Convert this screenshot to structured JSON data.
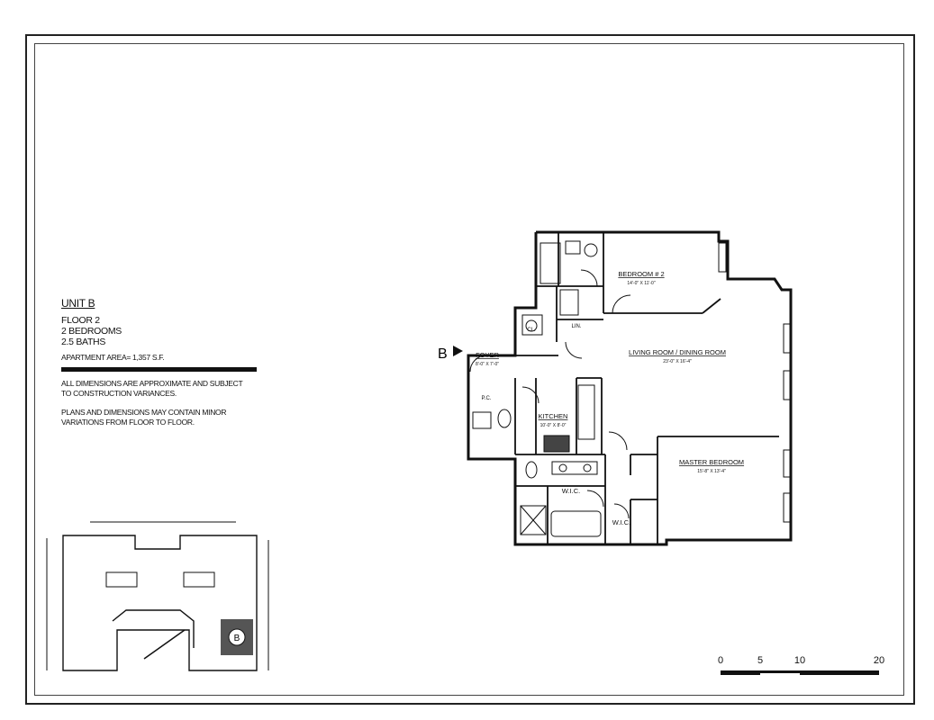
{
  "unit": {
    "title": "UNIT B",
    "floor": "FLOOR 2",
    "bedrooms": "2 BEDROOMS",
    "baths": "2.5 BATHS",
    "area": "APARTMENT AREA= 1,357 S.F."
  },
  "notes": [
    "ALL DIMENSIONS ARE APPROXIMATE AND SUBJECT TO CONSTRUCTION VARIANCES.",
    "PLANS AND DIMENSIONS MAY CONTAIN MINOR VARIATIONS FROM FLOOR TO FLOOR."
  ],
  "entry_marker": "B",
  "rooms": {
    "bedroom2": "BEDROOM # 2",
    "bedroom2_dim": "14'-0\" X 11'-0\"",
    "living": "LIVING ROOM / DINING ROOM",
    "living_dim": "23'-0\" X 16'-4\"",
    "foyer": "FOYER",
    "foyer_dim": "8'-0\" X 7'-0\"",
    "kitchen": "KITCHEN",
    "kitchen_dim": "10'-0\" X 8'-0\"",
    "master": "MASTER BEDROOM",
    "master_dim": "15'-8\" X 13'-4\"",
    "wic1": "W.I.C.",
    "wic2": "W.I.C.",
    "linen": "LIN.",
    "pc": "P.C.",
    "cl": "CL."
  },
  "keyplan": {
    "marker": "B"
  },
  "scale": {
    "labels": [
      "0",
      "5",
      "10",
      "20"
    ]
  }
}
